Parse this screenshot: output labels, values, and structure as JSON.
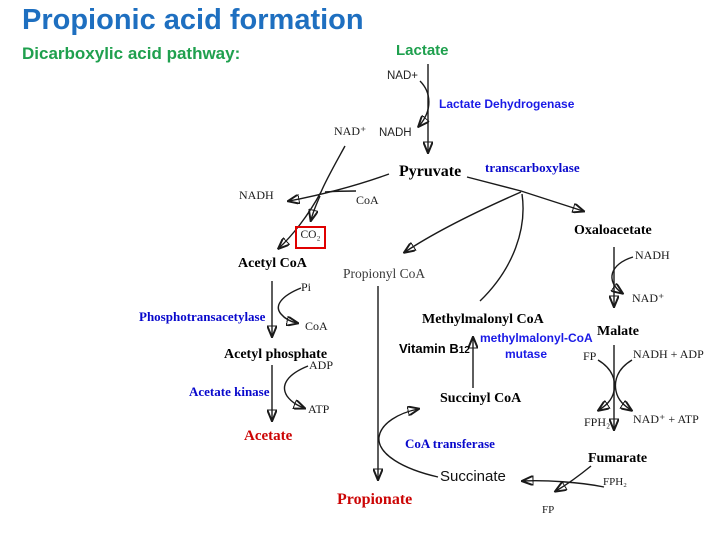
{
  "slide": {
    "title": "Propionic acid formation",
    "subtitle": "Dicarboxylic acid pathway:"
  },
  "colors": {
    "title_blue": "#1E6FC0",
    "green": "#1FA04E",
    "enzyme_blue": "#0808CC",
    "enzyme_blue_bright": "#1A1AE6",
    "product_red": "#CC0505",
    "box_red": "#E00000",
    "line_black": "#1A1A1A",
    "accent_teal": "#5BBFB5"
  },
  "nodes": {
    "lactate": "Lactate",
    "pyruvate": "Pyruvate",
    "acetyl_coa": "Acetyl CoA",
    "acetyl_phosphate": "Acetyl phosphate",
    "acetate": "Acetate",
    "propionyl_coa": "Propionyl CoA",
    "methylmalonyl_coa": "Methylmalonyl CoA",
    "succinyl_coa": "Succinyl CoA",
    "succinate": "Succinate",
    "propionate": "Propionate",
    "oxaloacetate": "Oxaloacetate",
    "malate": "Malate",
    "fumarate": "Fumarate",
    "co2": "CO₂"
  },
  "enzymes": {
    "lactate_dehydrogenase": "Lactate Dehydrogenase",
    "transcarboxylase": "transcarboxylase",
    "phosphotransacetylase": "Phosphotransacetylase",
    "acetate_kinase": "Acetate kinase",
    "coa_transferase": "CoA transferase",
    "mm_mutase_line1": "methylmalonyl-CoA",
    "mm_mutase_line2": "mutase",
    "vitamin_b_prefix": "Vitamin B",
    "vitamin_b_sub": "12"
  },
  "cofactors": {
    "nad_plus_sans": "NAD+",
    "nadh_sans": "NADH",
    "nad_plus": "NAD⁺",
    "nadh": "NADH",
    "coa": "CoA",
    "pi": "Pi",
    "adp": "ADP",
    "atp": "ATP",
    "fp": "FP",
    "fph2": "FPH₂",
    "nadh_adp": "NADH + ADP",
    "nad_atp": "NAD⁺ + ATP"
  }
}
